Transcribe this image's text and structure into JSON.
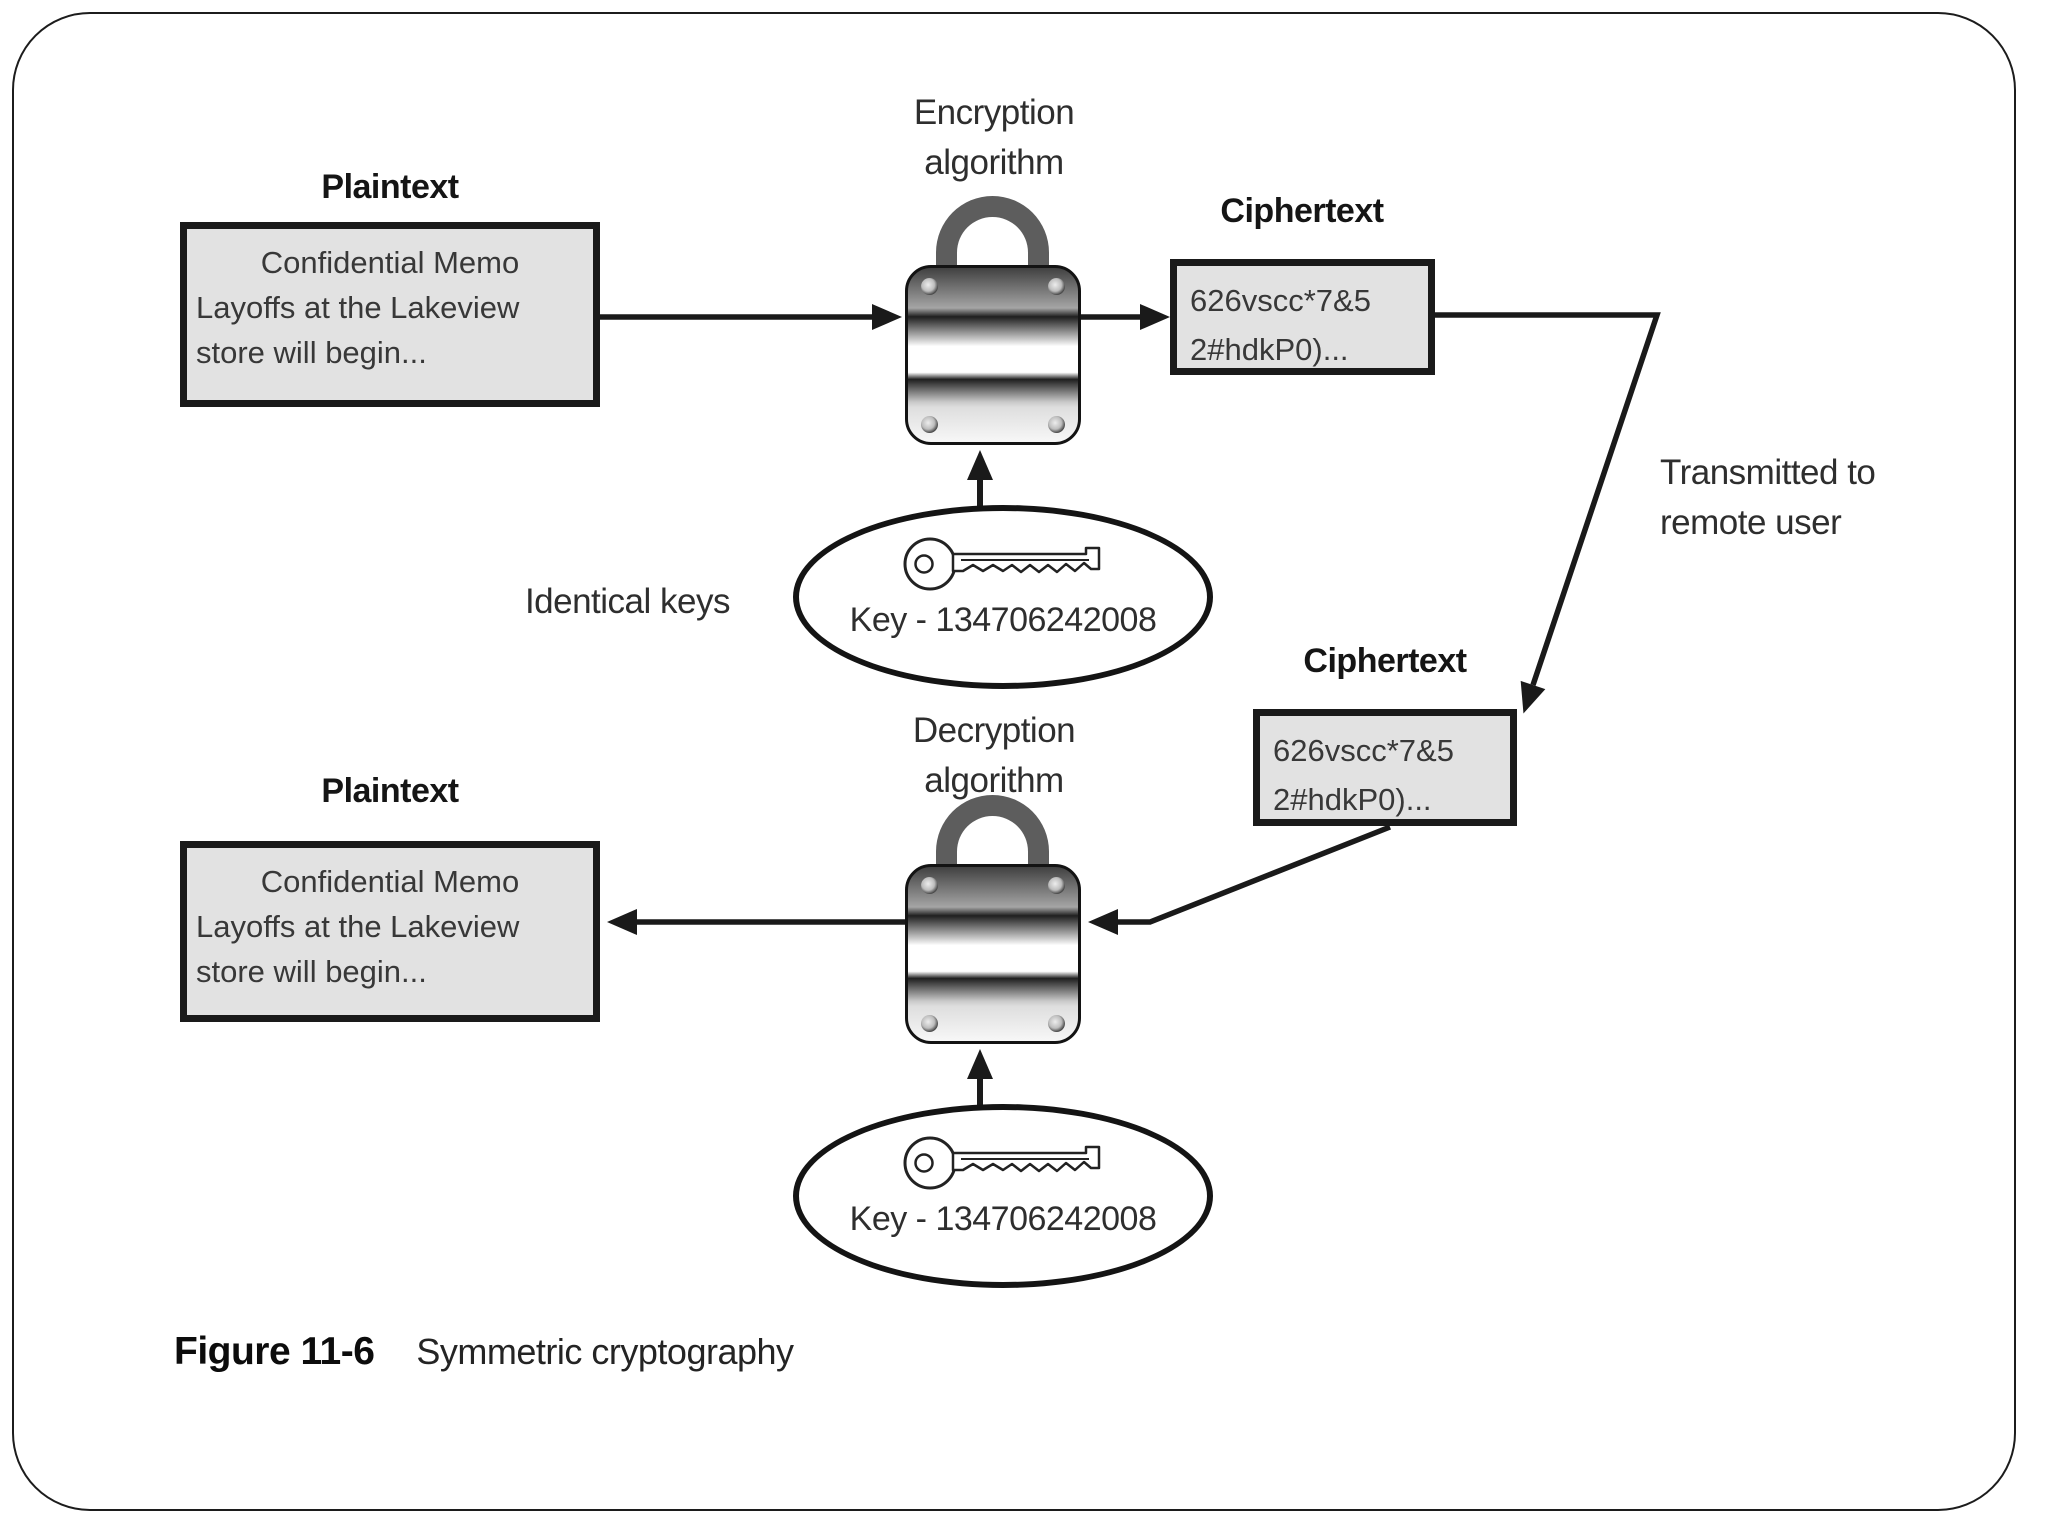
{
  "diagram": {
    "plaintext": {
      "title": "Plaintext",
      "line1": "Confidential Memo",
      "line2": "Layoffs at the Lakeview",
      "line3": "store will begin..."
    },
    "ciphertext": {
      "title": "Ciphertext",
      "line1": "626vscc*7&5",
      "line2": "2#hdkP0)..."
    },
    "key": {
      "label": "Key - 134706242008"
    },
    "encryption_label": {
      "line1": "Encryption",
      "line2": "algorithm"
    },
    "decryption_label": {
      "line1": "Decryption",
      "line2": "algorithm"
    },
    "identical_keys_label": "Identical keys",
    "transmitted_label": {
      "line1": "Transmitted to",
      "line2": "remote user"
    }
  },
  "caption": {
    "label": "Figure 11-6",
    "text": "Symmetric cryptography"
  },
  "colors": {
    "stroke": "#1a1a1a",
    "box_fill": "#e2e2e2",
    "background": "#ffffff"
  }
}
